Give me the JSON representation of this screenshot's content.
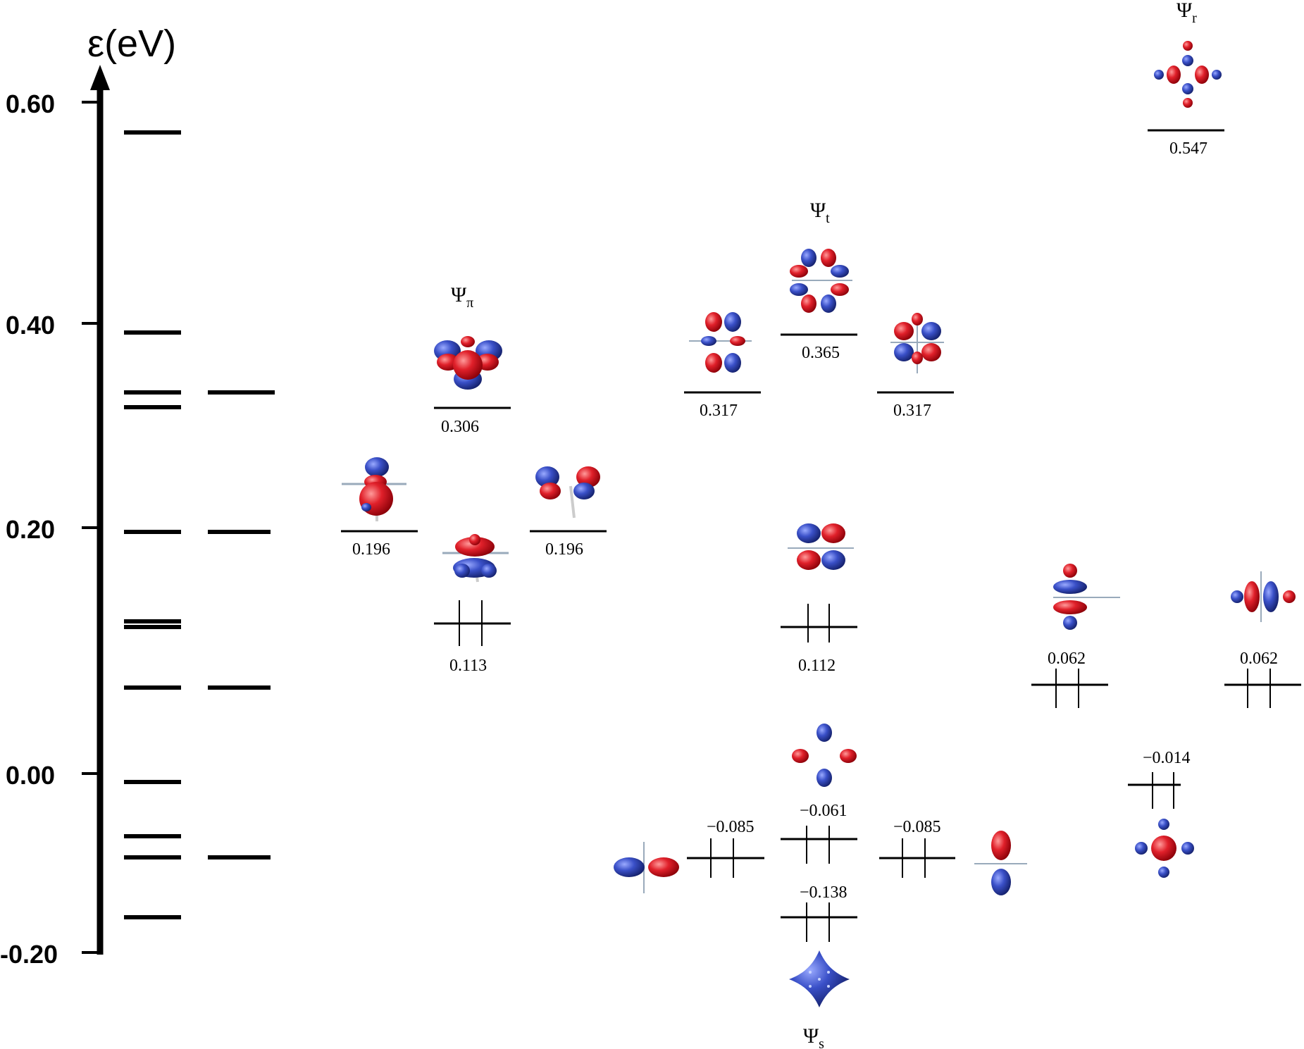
{
  "axis": {
    "title": "ε(eV)",
    "ticks": [
      "0.60",
      "0.40",
      "0.20",
      "0.00",
      "-0.20"
    ]
  },
  "orbital_labels": {
    "psi_pi": {
      "symbol": "Ψ",
      "subscript": "π"
    },
    "psi_t": {
      "symbol": "Ψ",
      "subscript": "t"
    },
    "psi_r": {
      "symbol": "Ψ",
      "subscript": "r"
    },
    "psi_s": {
      "symbol": "Ψ",
      "subscript": "s"
    }
  },
  "levels": {
    "l0196a": "0.196",
    "l0306": "0.306",
    "l0196b": "0.196",
    "l0113": "0.113",
    "l0317a": "0.317",
    "l0365": "0.365",
    "l0317b": "0.317",
    "l0112": "0.112",
    "l0547": "0.547",
    "l0062a": "0.062",
    "l0062b": "0.062",
    "lm0014": "−0.014",
    "lm0085a": "−0.085",
    "lm0061": "−0.061",
    "lm0085b": "−0.085",
    "lm0138": "−0.138"
  },
  "colors": {
    "positive_lobe": "#e0202a",
    "negative_lobe": "#3a50c8",
    "level_line": "#000000"
  }
}
